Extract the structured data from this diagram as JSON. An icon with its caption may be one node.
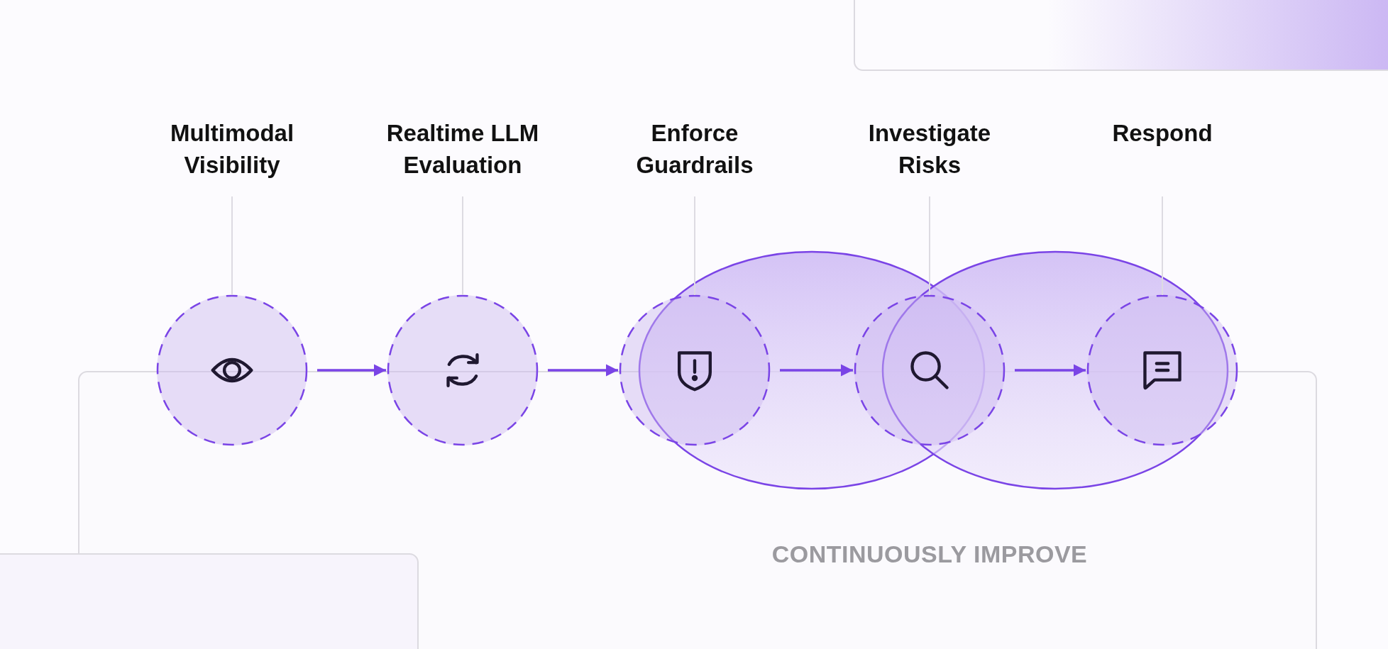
{
  "diagram": {
    "nodes": [
      {
        "text": [
          "Multimodal Visibility"
        ]
      },
      {
        "text": [
          "Realtime LLM Evaluation"
        ]
      },
      {
        "text": [
          "Enforce Guardrails"
        ]
      },
      {
        "text": [
          "Investigate Risks"
        ]
      },
      {
        "text": [
          "Respond"
        ]
      },
      {
        "text": [],
        "shape": "circle"
      },
      {
        "text": [],
        "shape": "circle"
      },
      {
        "text": [],
        "shape": "circle"
      },
      {
        "text": [],
        "shape": "circle"
      },
      {
        "text": [],
        "shape": "circle"
      }
    ],
    "edges": [
      {
        "from": 0,
        "to": 5,
        "arrow": "none"
      },
      {
        "from": 1,
        "to": 6,
        "arrow": "none"
      },
      {
        "from": 2,
        "to": 7,
        "arrow": "none"
      },
      {
        "from": 3,
        "to": 8,
        "arrow": "none"
      },
      {
        "from": 4,
        "to": 9,
        "arrow": "none"
      },
      {
        "from": 5,
        "to": 6,
        "arrow": "to",
        "color": "#7a44e6"
      },
      {
        "from": 6,
        "to": 7,
        "arrow": "to",
        "color": "#7a44e6"
      },
      {
        "from": 7,
        "to": 8,
        "arrow": "to",
        "color": "#7a44e6"
      },
      {
        "from": 8,
        "to": 9,
        "arrow": "to",
        "color": "#7a44e6"
      }
    ],
    "labels": [
      "CONTINUOUSLY IMPROVE"
    ]
  }
}
